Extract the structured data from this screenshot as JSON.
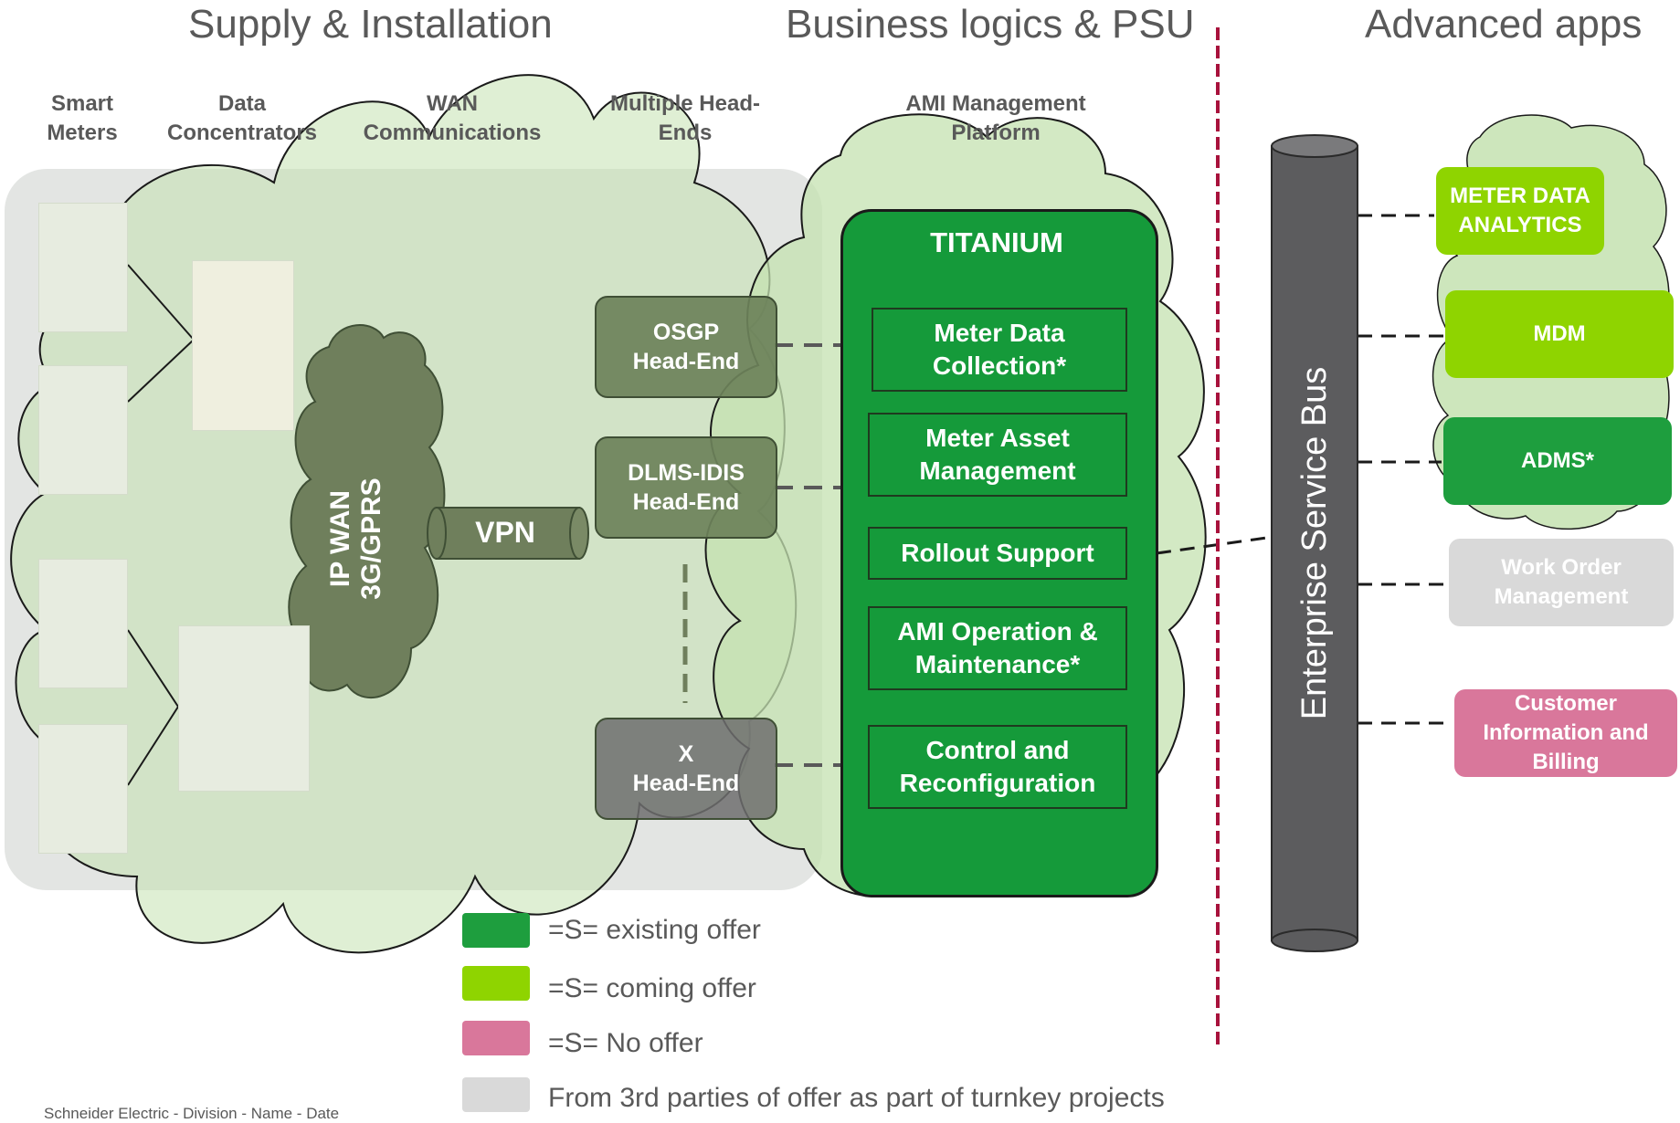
{
  "sections": {
    "supply": "Supply & Installation",
    "business": "Business logics & PSU",
    "advanced": "Advanced apps"
  },
  "columns": {
    "smart_meters": "Smart\nMeters",
    "data_concentrators": "Data\nConcentrators",
    "wan": "WAN\nCommunications",
    "head_ends": "Multiple Head-\nEnds",
    "ami_platform": "AMI Management\nPlatform"
  },
  "network": {
    "ip_wan": "IP WAN\n3G/GPRS",
    "vpn": "VPN"
  },
  "head_ends": [
    {
      "line1": "OSGP",
      "line2": "Head-End"
    },
    {
      "line1": "DLMS-IDIS",
      "line2": "Head-End"
    },
    {
      "line1": "X",
      "line2": "Head-End"
    }
  ],
  "titanium": {
    "title": "TITANIUM",
    "items": [
      "Meter Data\nCollection*",
      "Meter Asset\nManagement",
      "Rollout Support",
      "AMI Operation &\nMaintenance*",
      "Control and\nReconfiguration"
    ]
  },
  "esb": "Enterprise Service Bus",
  "apps": [
    {
      "label": "METER DATA\nANALYTICS",
      "color": "#8fd400"
    },
    {
      "label": "MDM",
      "color": "#8fd400"
    },
    {
      "label": "ADMS*",
      "color": "#1e9e3e"
    },
    {
      "label": "Work Order\nManagement",
      "color": "#d9d9d9"
    },
    {
      "label": "Customer\nInformation and\nBilling",
      "color": "#d9779b"
    }
  ],
  "legend": [
    {
      "text": "=S= existing offer",
      "color": "#1e9e3e"
    },
    {
      "text": "=S= coming offer",
      "color": "#8fd400"
    },
    {
      "text": "=S= No offer",
      "color": "#d9779b"
    },
    {
      "text": "From 3rd parties of offer as part of turnkey  projects",
      "color": "#d9d9d9"
    }
  ],
  "footer": "Schneider Electric  -  Division  -  Name  -  Date"
}
